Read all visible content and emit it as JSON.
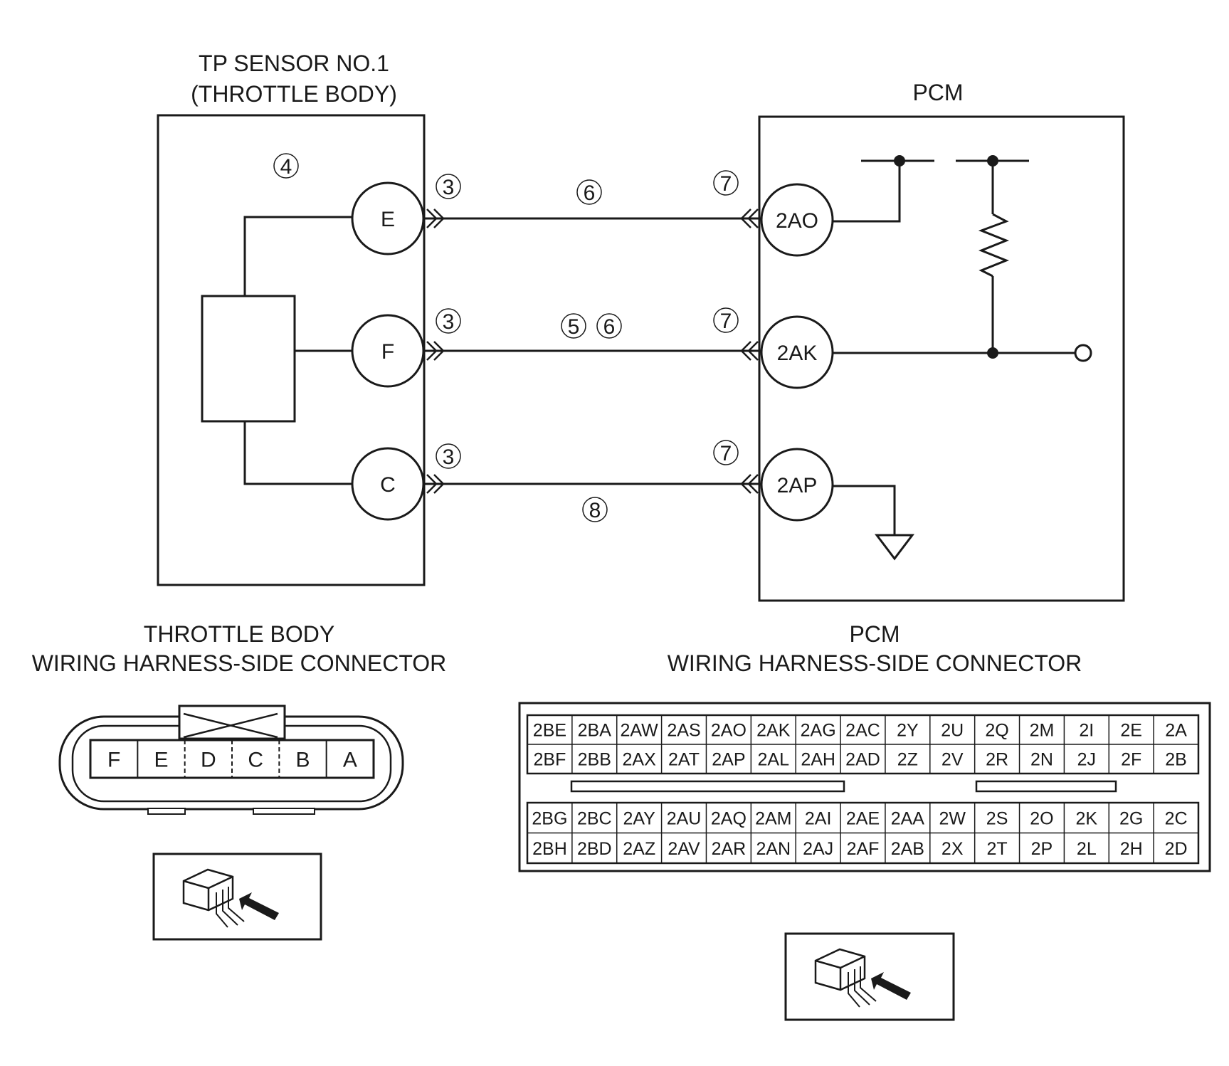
{
  "sensor": {
    "title_line1": "TP SENSOR NO.1",
    "title_line2": "(THROTTLE BODY)",
    "element_ref": "4",
    "pins": [
      {
        "label": "E",
        "ref": "3"
      },
      {
        "label": "F",
        "ref": "3"
      },
      {
        "label": "C",
        "ref": "3"
      }
    ]
  },
  "pcm": {
    "title": "PCM",
    "pins": [
      {
        "label": "2AO",
        "ref": "7"
      },
      {
        "label": "2AK",
        "ref": "7"
      },
      {
        "label": "2AP",
        "ref": "7"
      }
    ]
  },
  "wires": [
    {
      "refs": [
        "6"
      ]
    },
    {
      "refs": [
        "5",
        "6"
      ]
    },
    {
      "refs": [
        "8"
      ]
    }
  ],
  "throttle_connector": {
    "title_line1": "THROTTLE BODY",
    "title_line2": "WIRING HARNESS-SIDE CONNECTOR",
    "pins": [
      "F",
      "E",
      "D",
      "C",
      "B",
      "A"
    ]
  },
  "pcm_connector": {
    "title_line1": "PCM",
    "title_line2": "WIRING HARNESS-SIDE CONNECTOR",
    "upper_rows": [
      [
        "2BE",
        "2BA",
        "2AW",
        "2AS",
        "2AO",
        "2AK",
        "2AG",
        "2AC",
        "2Y",
        "2U",
        "2Q",
        "2M",
        "2I",
        "2E",
        "2A"
      ],
      [
        "2BF",
        "2BB",
        "2AX",
        "2AT",
        "2AP",
        "2AL",
        "2AH",
        "2AD",
        "2Z",
        "2V",
        "2R",
        "2N",
        "2J",
        "2F",
        "2B"
      ]
    ],
    "lower_rows": [
      [
        "2BG",
        "2BC",
        "2AY",
        "2AU",
        "2AQ",
        "2AM",
        "2AI",
        "2AE",
        "2AA",
        "2W",
        "2S",
        "2O",
        "2K",
        "2G",
        "2C"
      ],
      [
        "2BH",
        "2BD",
        "2AZ",
        "2AV",
        "2AR",
        "2AN",
        "2AJ",
        "2AF",
        "2AB",
        "2X",
        "2T",
        "2P",
        "2L",
        "2H",
        "2D"
      ]
    ]
  }
}
